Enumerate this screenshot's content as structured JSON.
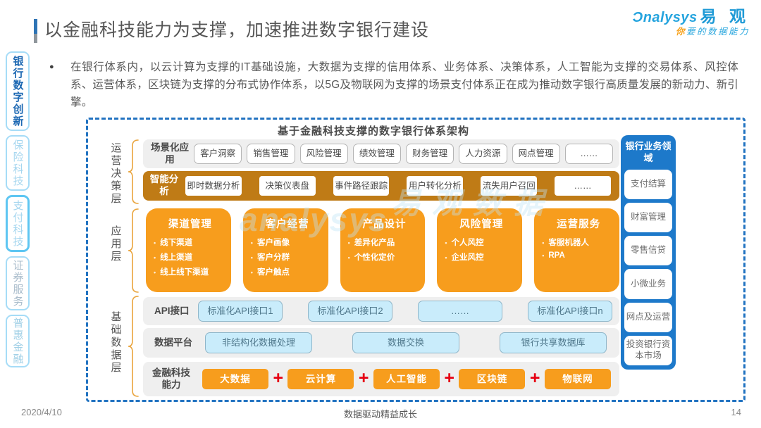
{
  "page": {
    "title": "以金融科技能力为支撑，加速推进数字银行建设",
    "date": "2020/4/10",
    "slogan": "数据驱动精益成长",
    "page_number": "14"
  },
  "logo": {
    "brand_en": "Ɔnalysys",
    "brand_cn": "易 观",
    "tagline_head": "你",
    "tagline_tail": "要的数据能力"
  },
  "watermark": {
    "text1": "analysys",
    "text2": "易观数据"
  },
  "sidebar": {
    "items": [
      {
        "label": "银行数字创新"
      },
      {
        "label": "保险科技"
      },
      {
        "label": "支付科技"
      },
      {
        "label": "证券服务"
      },
      {
        "label": "普惠金融"
      }
    ]
  },
  "intro": {
    "bullet": "●",
    "text": "在银行体系内，以云计算为支撑的IT基础设施，大数据为支撑的信用体系、业务体系、决策体系，人工智能为支撑的交易体系、风控体系、运营体系，区块链为支撑的分布式协作体系，以5G及物联网为支撑的场景支付体系正在成为推动数字银行高质量发展的新动力、新引擎。"
  },
  "diagram": {
    "title": "基于金融科技支撑的数字银行体系架构",
    "operations_layer": {
      "label": "运营决策层",
      "scenario_row": {
        "label": "场景化应用",
        "items": [
          "客户洞察",
          "销售管理",
          "风险管理",
          "绩效管理",
          "财务管理",
          "人力资源",
          "网点管理",
          "……"
        ]
      },
      "analysis_row": {
        "label": "智能分析",
        "items": [
          "即时数据分析",
          "决策仪表盘",
          "事件路径跟踪",
          "用户转化分析",
          "流失用户召回",
          "……"
        ]
      }
    },
    "application_layer": {
      "label": "应用层",
      "blocks": [
        {
          "title": "渠道管理",
          "items": [
            "线下渠道",
            "线上渠道",
            "线上线下渠道"
          ]
        },
        {
          "title": "客户经营",
          "items": [
            "客户画像",
            "客户分群",
            "客户触点"
          ]
        },
        {
          "title": "产品设计",
          "items": [
            "差异化产品",
            "个性化定价"
          ]
        },
        {
          "title": "风险管理",
          "items": [
            "个人风控",
            "企业风控"
          ]
        },
        {
          "title": "运营服务",
          "items": [
            "客服机器人",
            "RPA"
          ]
        }
      ]
    },
    "data_layer": {
      "label": "基础数据层",
      "api_row": {
        "label": "API接口",
        "items": [
          "标准化API接口1",
          "标准化API接口2",
          "……",
          "标准化API接口n"
        ]
      },
      "platform_row": {
        "label": "数据平台",
        "items": [
          "非结构化数据处理",
          "数据交换",
          "银行共享数据库"
        ]
      },
      "fintech_row": {
        "label": "金融科技能力",
        "plus": "+",
        "items": [
          "大数据",
          "云计算",
          "人工智能",
          "区块链",
          "物联网"
        ]
      }
    },
    "business_panel": {
      "title": "银行业务领域",
      "items": [
        "支付结算",
        "财富管理",
        "零售信贷",
        "小微业务",
        "网点及运营",
        "投资银行资本市场"
      ]
    }
  }
}
